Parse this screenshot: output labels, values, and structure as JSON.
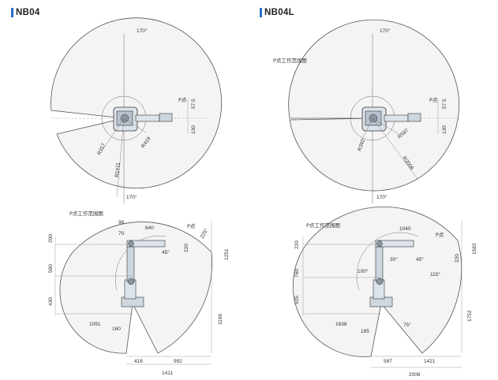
{
  "models": [
    {
      "title": "NB04",
      "top_view": {
        "range_angle_top": "170°",
        "range_angle_bottom": "170°",
        "p_point": "P点",
        "dim_575": "57.5",
        "dim_130": "130",
        "radius_317": "R317",
        "radius_419": "R419",
        "radius_1411": "R1411"
      },
      "side_view": {
        "work_range_label": "P点工作范围图",
        "p_point": "P点",
        "dims": {
          "d98": "98",
          "d70": "70",
          "d640": "640",
          "d200": "200",
          "d580": "580",
          "d430": "430",
          "d1091": "1091",
          "d160": "160",
          "d418": "418",
          "d992": "992",
          "d1411": "1411",
          "d1251": "1251",
          "d1196": "1196",
          "d220": "220",
          "a225": "225°",
          "a45": "45°"
        }
      }
    },
    {
      "title": "NB04L",
      "top_view": {
        "range_angle_top": "170°",
        "range_angle_bottom": "170°",
        "work_range_label": "P点工作范围图",
        "p_point": "P点",
        "dim_575": "57.5",
        "dim_130": "130",
        "radius_342": "R342",
        "radius_597": "R597",
        "radius_2008": "R2008"
      },
      "side_view": {
        "work_range_label": "P点工作范围图",
        "p_point": "P点",
        "dims": {
          "d1040": "1040",
          "d220": "220",
          "d760": "760",
          "d525": "525",
          "d1638": "1638",
          "d185": "185",
          "d587": "587",
          "d1421": "1421",
          "d2008": "2008",
          "d1583": "1583",
          "d1752": "1752",
          "d220r": "220",
          "a100": "100°",
          "a30": "30°",
          "a45": "45°",
          "a115": "115°",
          "a75": "75°"
        }
      }
    }
  ],
  "colors": {
    "accent": "#2a6cc9",
    "line": "#555555",
    "dim_line": "#777777"
  }
}
